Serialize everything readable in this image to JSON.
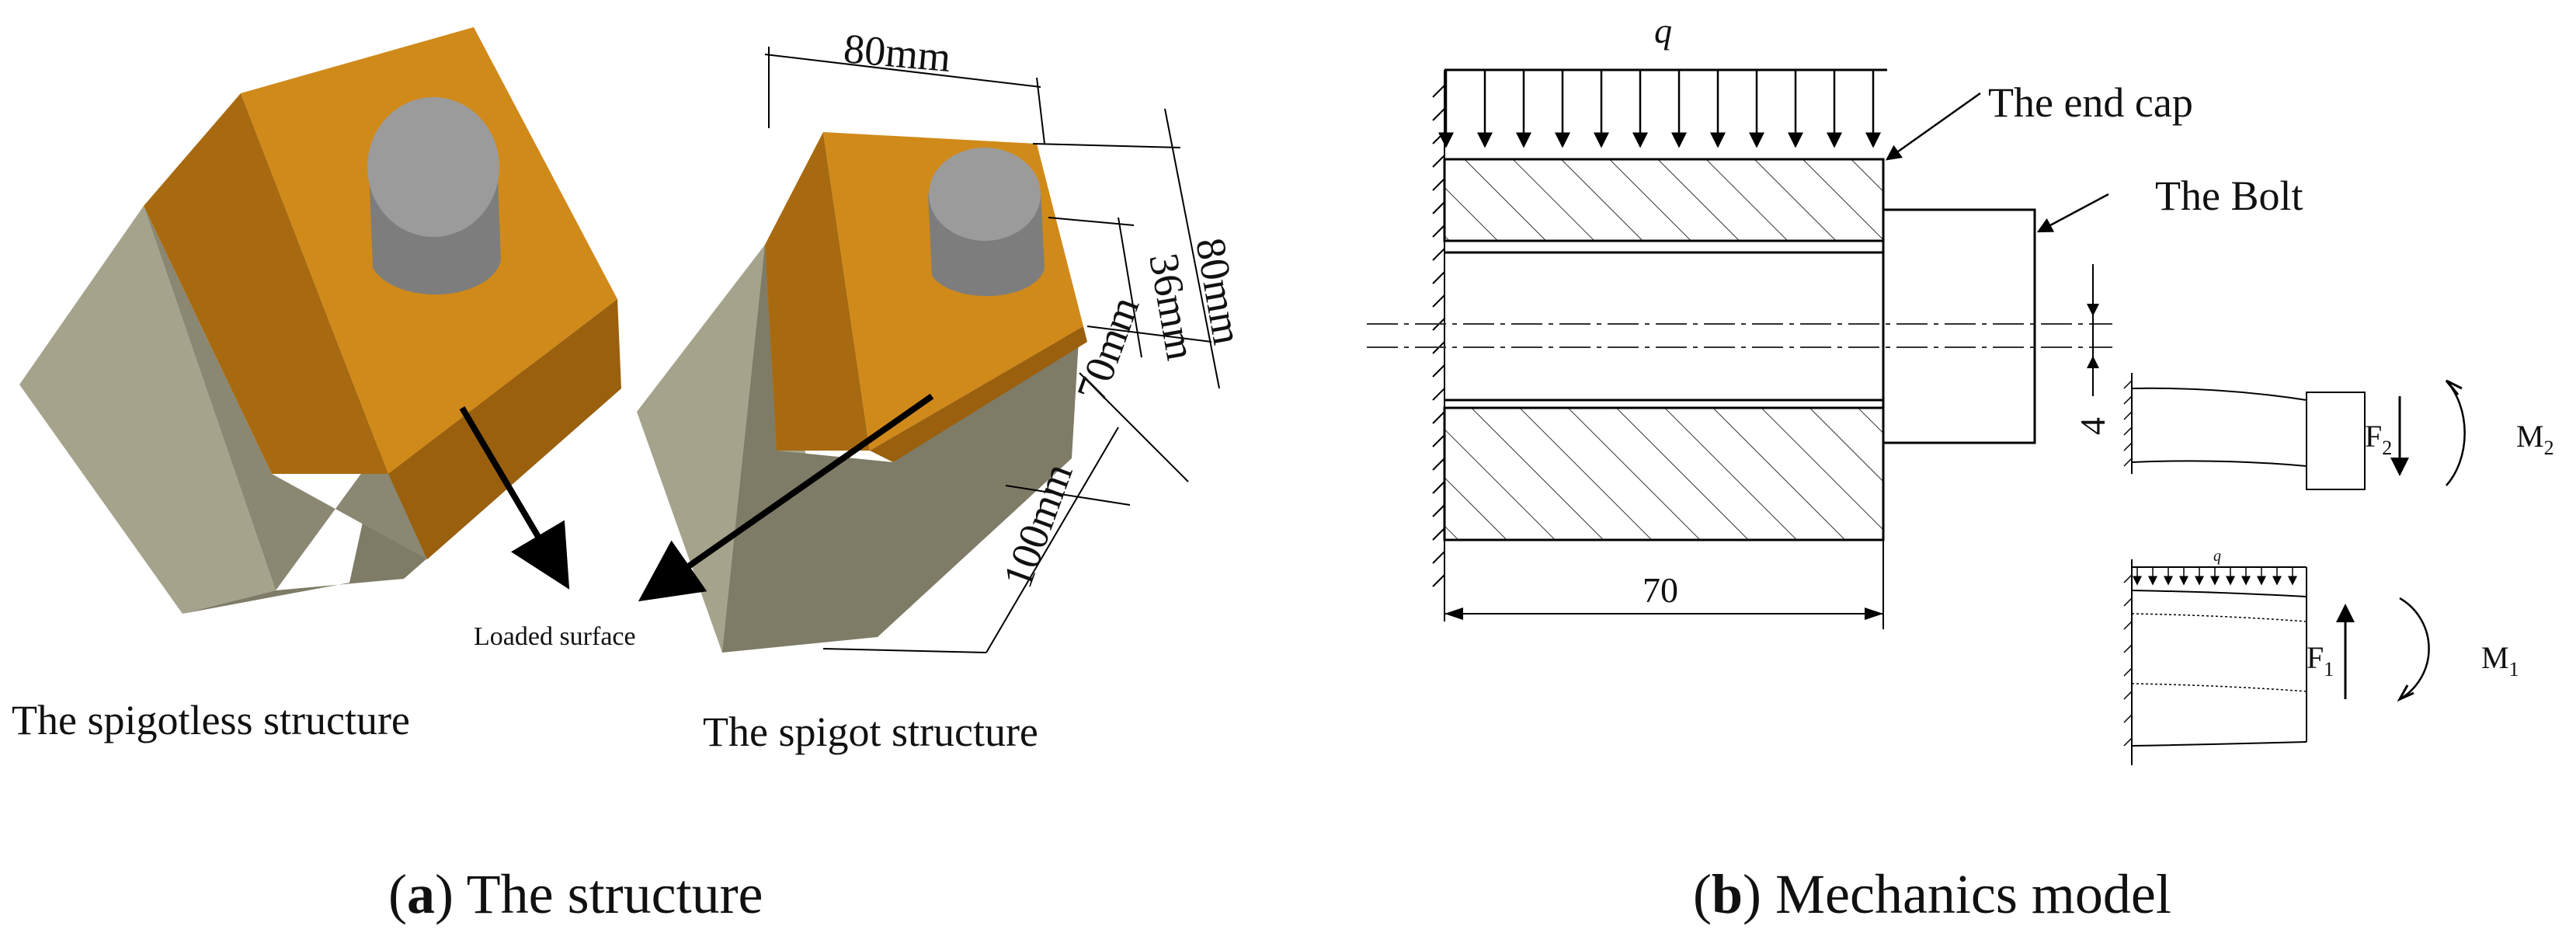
{
  "panel_a": {
    "caption_letter": "a",
    "caption_text": " The structure",
    "label_spigotless": "The spigotless structure",
    "label_spigot": "The spigot structure",
    "loaded_surface": "Loaded surface",
    "dim_width": "80mm",
    "dim_height": "80mm",
    "dim_spigot": "36mm",
    "dim_70": "70mm",
    "dim_100": "100mm",
    "colors": {
      "orange": "#d08a1a",
      "orange_dark": "#a86a10",
      "grey": "#a8a690",
      "cylinder": "#8f8f8f"
    }
  },
  "panel_b": {
    "caption_letter": "b",
    "caption_text": " Mechanics model",
    "load_symbol": "q",
    "end_cap_label": "The end cap",
    "bolt_label": "The Bolt",
    "dim_70": "70",
    "dim_4": "4",
    "f2": "F",
    "f2_sub": "2",
    "m2": "M",
    "m2_sub": "2",
    "f1": "F",
    "f1_sub": "1",
    "m1": "M",
    "m1_sub": "1",
    "small_q": "q"
  }
}
